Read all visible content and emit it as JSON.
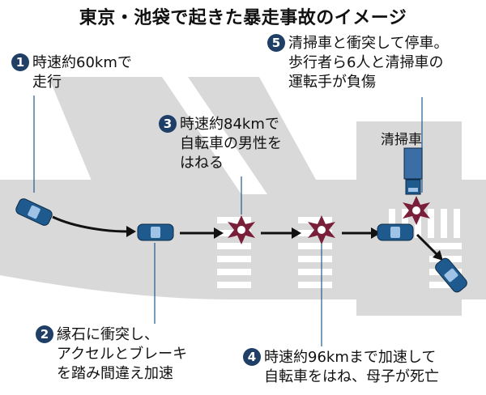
{
  "title": "東京・池袋で起きた暴走事故のイメージ",
  "steps": [
    {
      "num": "1",
      "lines": [
        "時速約60kmで",
        "走行"
      ]
    },
    {
      "num": "2",
      "lines": [
        "縁石に衝突し、",
        "アクセルとブレーキ",
        "を踏み間違え加速"
      ]
    },
    {
      "num": "3",
      "lines": [
        "時速約84kmで",
        "自転車の男性を",
        "はねる"
      ]
    },
    {
      "num": "4",
      "lines": [
        "時速約96kmまで加速して",
        "自転車をはね、母子が死亡"
      ]
    },
    {
      "num": "5",
      "lines": [
        "清掃車と衝突して停車。",
        "歩行者ら6人と清掃車の",
        "運転手が負傷"
      ]
    }
  ],
  "truck_label": "清掃車",
  "colors": {
    "road": "#d9d9d9",
    "car": "#1f5a8e",
    "truck": "#3a6ea5",
    "badge": "#1f3f66",
    "burst": "#7a1f3a"
  }
}
